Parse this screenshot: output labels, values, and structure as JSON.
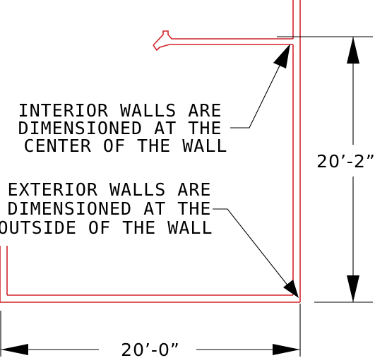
{
  "notes": {
    "interior": {
      "lines": [
        "INTERIOR WALLS ARE",
        "DIMENSIONED AT THE",
        "CENTER OF THE WALL"
      ]
    },
    "exterior": {
      "lines": [
        "EXTERIOR WALLS ARE",
        "DIMENSIONED AT THE",
        "OUTSIDE OF THE WALL"
      ]
    }
  },
  "dimensions": {
    "vertical": "20’-2”",
    "horizontal": "20’-0”"
  },
  "colors": {
    "wall": "#d2232a",
    "line": "#000000"
  }
}
